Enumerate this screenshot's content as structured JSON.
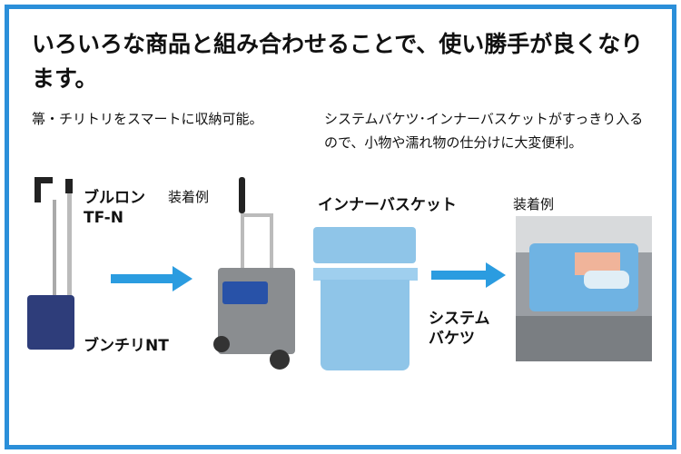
{
  "title": "いろいろな商品と組み合わせることで、使い勝手が良くなります。",
  "left_desc": "箒・チリトリをスマートに収納可能。",
  "right_desc": "システムバケツ･インナーバスケットがすっきり入るので、小物や濡れ物の仕分けに大変便利。",
  "labels": {
    "broom": "ブルロン",
    "broom_model": "TF-N",
    "dustpan": "ブンチリNT",
    "example1": "装着例",
    "inner_basket": "インナーバスケット",
    "example2": "装着例",
    "system_bucket_1": "システム",
    "system_bucket_2": "バケツ"
  },
  "colors": {
    "border": "#2b8fd9",
    "arrow": "#2b9ce0"
  }
}
